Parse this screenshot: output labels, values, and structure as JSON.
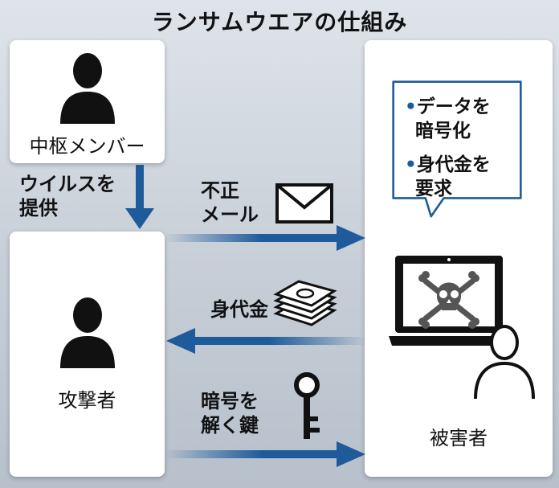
{
  "title": "ランサムウエアの仕組み",
  "central": {
    "label": "中枢メンバー"
  },
  "attacker": {
    "label": "攻撃者"
  },
  "victim": {
    "label": "被害者"
  },
  "bubble": {
    "items": [
      {
        "bullet": "•",
        "line1": "データを",
        "line2": "暗号化"
      },
      {
        "bullet": "•",
        "line1": "身代金を",
        "line2": "要求"
      }
    ]
  },
  "arrows": {
    "virus": {
      "line1": "ウイルスを",
      "line2": "提供"
    },
    "mail": {
      "line1": "不正",
      "line2": "メール"
    },
    "ransom": {
      "line1": "身代金"
    },
    "key": {
      "line1": "暗号を",
      "line2": "解く鍵"
    }
  },
  "colors": {
    "arrow": "#1f5b9a",
    "ink": "#111111"
  },
  "icons": [
    "person-icon",
    "envelope-icon",
    "money-stack-icon",
    "key-icon",
    "laptop-skull-icon"
  ]
}
